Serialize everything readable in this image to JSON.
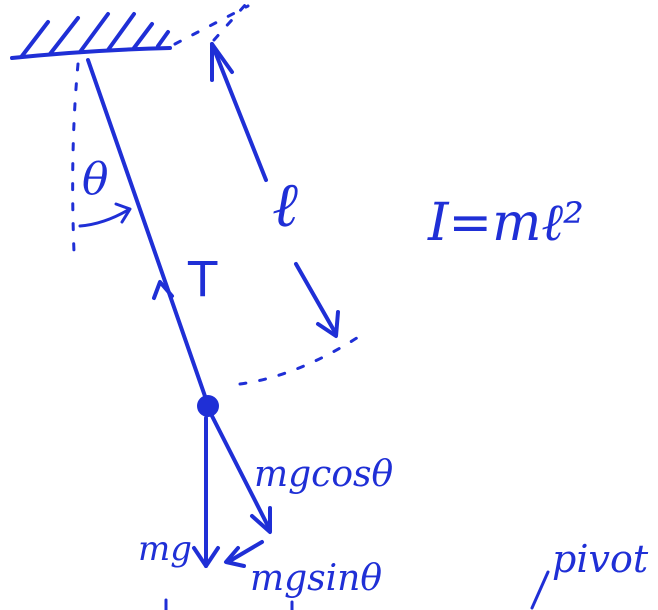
{
  "colors": {
    "ink": "#1f2fd6",
    "background": "#ffffff"
  },
  "labels": {
    "angle": "θ",
    "length": "ℓ",
    "tension": "T",
    "inertia": "I=mℓ²",
    "radial_component": "mgcosθ",
    "gravity": "mg",
    "tangential_component": "mgsinθ",
    "pivot_note": "pivot"
  }
}
